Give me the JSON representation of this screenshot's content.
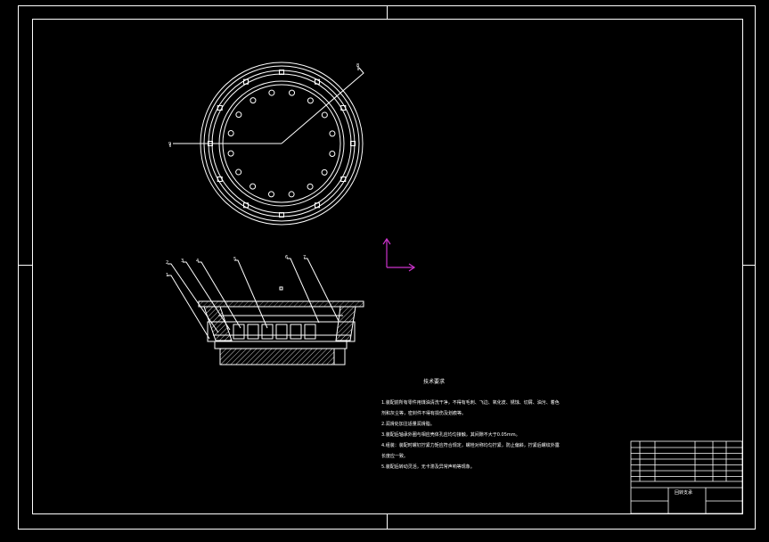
{
  "drawing": {
    "line_color": "#ffffff",
    "background_color": "#000000",
    "axis_color": "#cc33cc",
    "leader_labels": [
      "1",
      "2",
      "3",
      "4",
      "5",
      "6",
      "7",
      "8",
      "9"
    ]
  },
  "notes": {
    "title": "技术要求",
    "lines": [
      "1.装配前所有零件用煤油清洗干净，不得有毛刺、飞边、氧化皮、锈蚀、切屑、油污、着色",
      "剂和灰尘等，密封件不得有损伤及划痕等。",
      "2.润滑处加注适量润滑脂。",
      "3.装配后轴承外圈与相应壳体孔应均匀接触，其间隙不大于0.05mm。",
      "4.组装：装配时螺钉拧紧力矩应符合规定，螺栓对称均匀拧紧，防止偏斜，拧紧后螺纹外露",
      "长度应一致。",
      "5.装配后转动灵活，无卡滞及异常声响等现象。"
    ]
  },
  "title_block": {
    "drawing_name": "回转支承"
  }
}
